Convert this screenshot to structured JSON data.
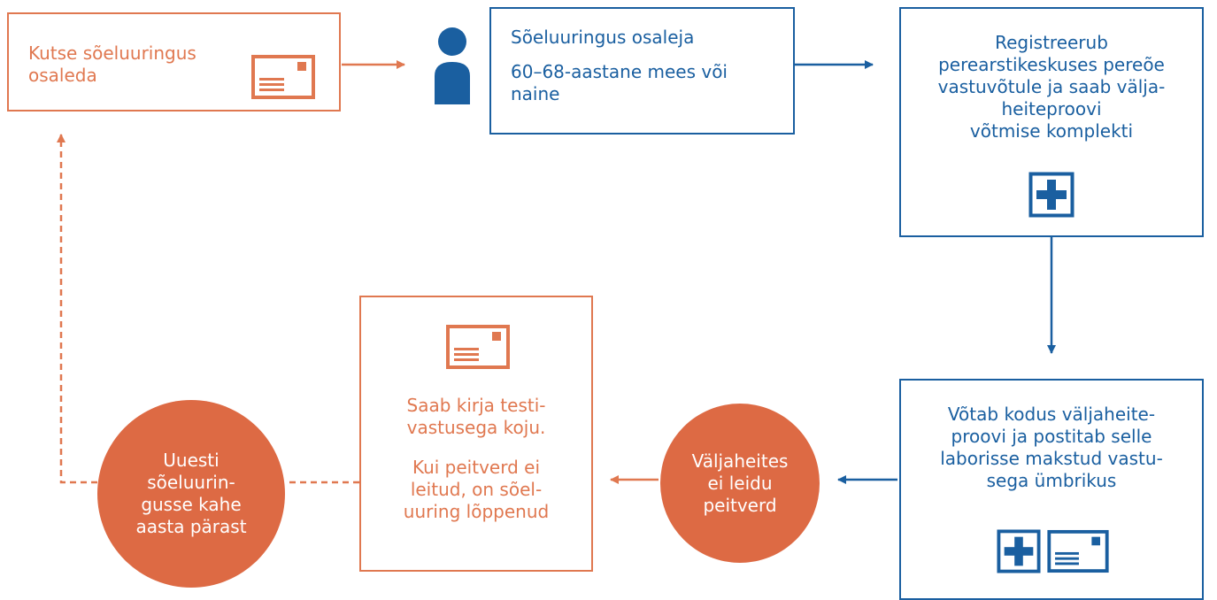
{
  "colors": {
    "orange": "#e07850",
    "orange_fill": "#dd6a44",
    "blue": "#1a5fa0"
  },
  "invite": {
    "text": "Kutse sõeluuringus\nosaleda",
    "icon": "envelope-icon"
  },
  "participant": {
    "icon": "person-icon",
    "title": "Sõeluuringus osaleja",
    "subtitle": "60–68-aastane mees või\nnaine"
  },
  "register": {
    "text": "Registreerub\nperearstikeskuses pereõe\nvastuvõtule ja saab välja-\nheiteproovi\nvõtmise komplekti",
    "icon": "medical-plus-icon"
  },
  "sample": {
    "text": "Võtab kodus väljaheite-\nproovi ja postitab selle\nlaborisse makstud vastu-\nsega ümbrikus",
    "icons": [
      "medical-plus-icon",
      "envelope-icon"
    ]
  },
  "no_blood": {
    "text": "Väljaheites\nei leidu\npeitverd"
  },
  "letter": {
    "icon": "envelope-icon",
    "line1": "Saab kirja testi-\nvastusega koju.",
    "line2": "Kui peitverd ei\nleitud, on sõel-\nuuring lõppenud"
  },
  "repeat": {
    "text": "Uuesti\nsõeluurin-\ngusse kahe\naasta pärast"
  }
}
